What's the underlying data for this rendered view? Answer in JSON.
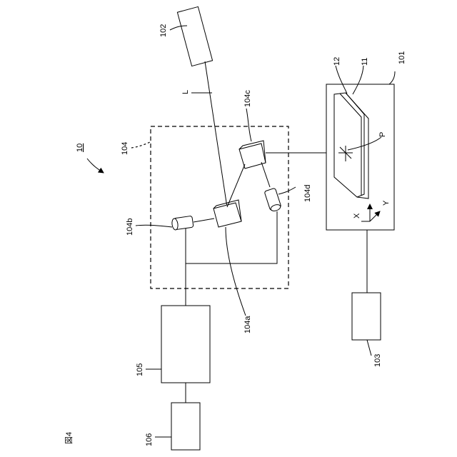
{
  "figure_label": "図4",
  "labels": {
    "system": "10",
    "dashed_unit": "104",
    "laser_source": "102",
    "beam": "L",
    "mirror_a": "104a",
    "lens_b": "104b",
    "mirror_c": "104c",
    "lens_d": "104d",
    "controller": "105",
    "box_106": "106",
    "stage": "101",
    "layer_12": "12",
    "layer_11": "11",
    "point": "P",
    "axis_x": "X",
    "axis_y": "Y",
    "box_103": "103"
  }
}
